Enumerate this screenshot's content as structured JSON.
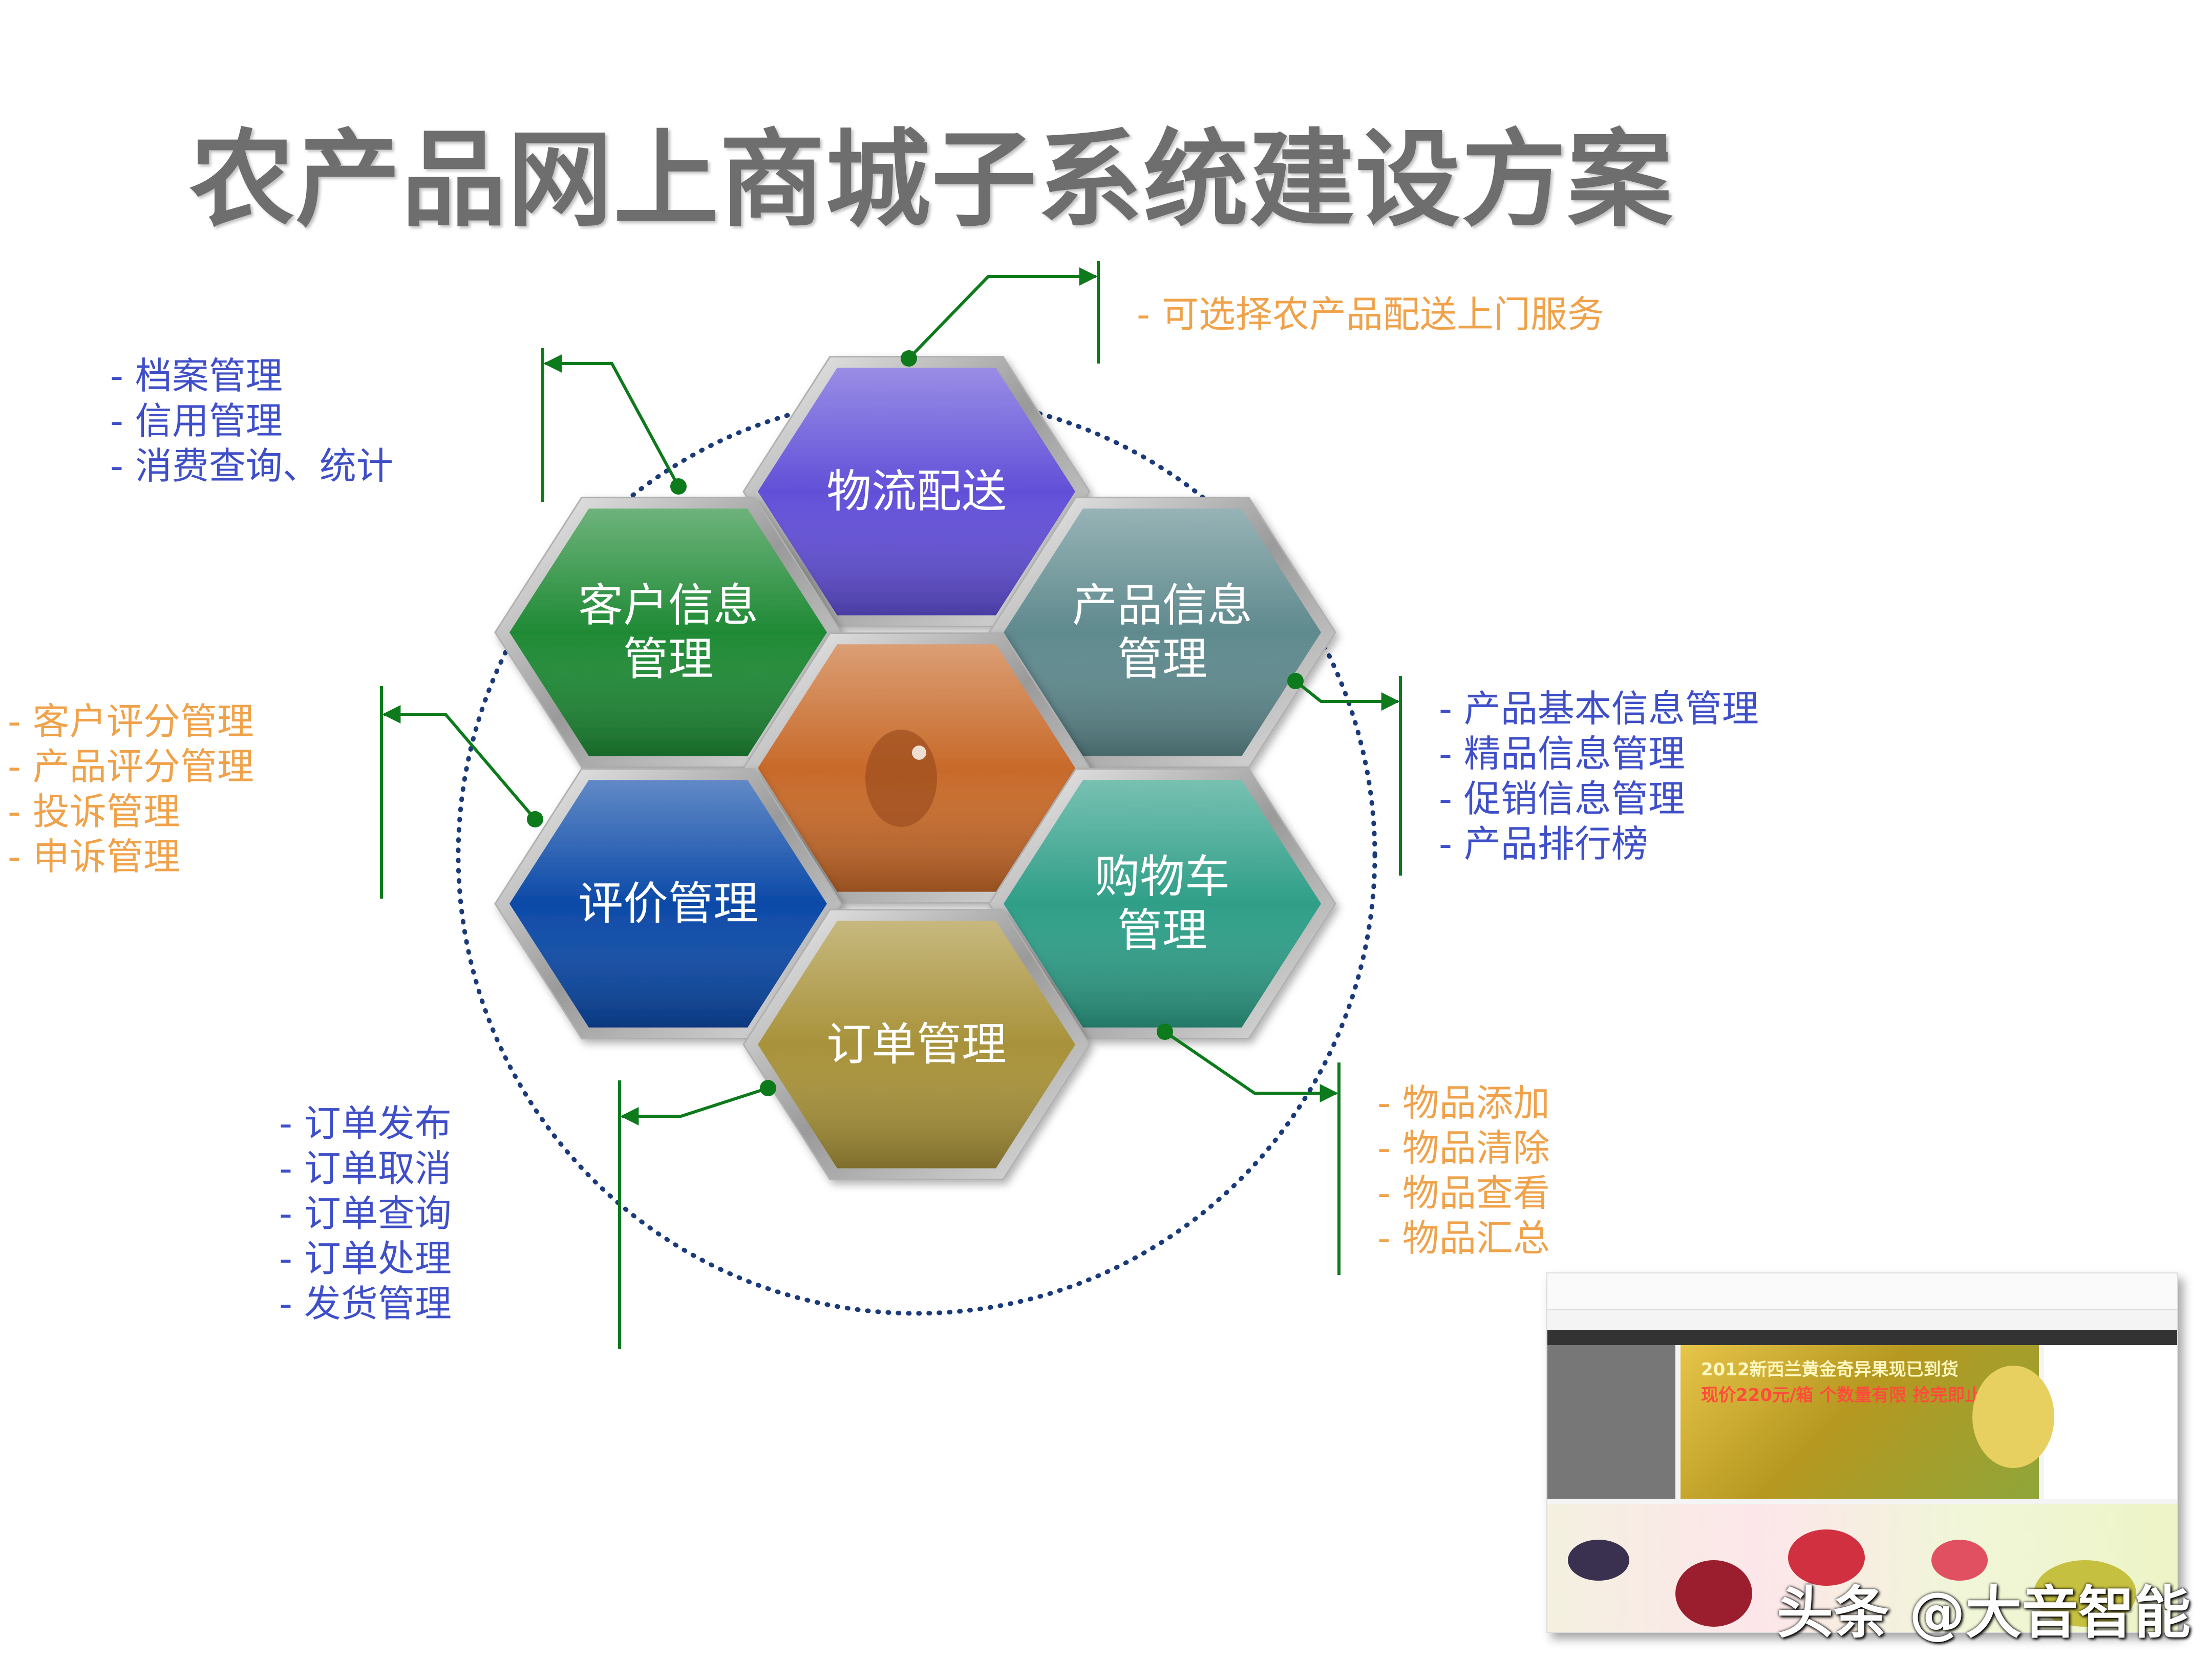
{
  "title": "农产品网上商城子系统建设方案",
  "hexagons": [
    {
      "key": "logistics",
      "lines": [
        "物流配送"
      ],
      "color": "#6250d8"
    },
    {
      "key": "customer",
      "lines": [
        "客户信息",
        "管理"
      ],
      "color": "#1f8a35"
    },
    {
      "key": "product",
      "lines": [
        "产品信息",
        "管理"
      ],
      "color": "#5f8a8e"
    },
    {
      "key": "center",
      "lines": [],
      "color": "#c86a2a"
    },
    {
      "key": "review",
      "lines": [
        "评价管理"
      ],
      "color": "#0c4aa8"
    },
    {
      "key": "cart",
      "lines": [
        "购物车",
        "管理"
      ],
      "color": "#2f9f88"
    },
    {
      "key": "order",
      "lines": [
        "订单管理"
      ],
      "color": "#a8923a"
    }
  ],
  "notes": {
    "logistics": [
      "- 可选择农产品配送上门服务"
    ],
    "customer": [
      "- 档案管理",
      "- 信用管理",
      "- 消费查询、统计"
    ],
    "review": [
      "- 客户评分管理",
      "- 产品评分管理",
      "- 投诉管理",
      "- 申诉管理"
    ],
    "product": [
      "- 产品基本信息管理",
      "- 精品信息管理",
      "- 促销信息管理",
      "- 产品排行榜"
    ],
    "cart": [
      "- 物品添加",
      "- 物品清除",
      "- 物品查看",
      "- 物品汇总"
    ],
    "order": [
      "- 订单发布",
      "- 订单取消",
      "- 订单查询",
      "- 订单处理",
      "- 发货管理"
    ]
  },
  "screenshot": {
    "banner_line1": "2012新西兰黄金奇异果现已到货",
    "banner_line2": "现价220元/箱 个数量有限 抢完即止"
  },
  "watermark": "头条 @大音智能",
  "colors": {
    "connector": "#0d7a1c",
    "note_blue": "#3f4fc8",
    "note_orange": "#f0a24a",
    "title": "#6e6e6e",
    "ring": "#1a3a7a"
  }
}
